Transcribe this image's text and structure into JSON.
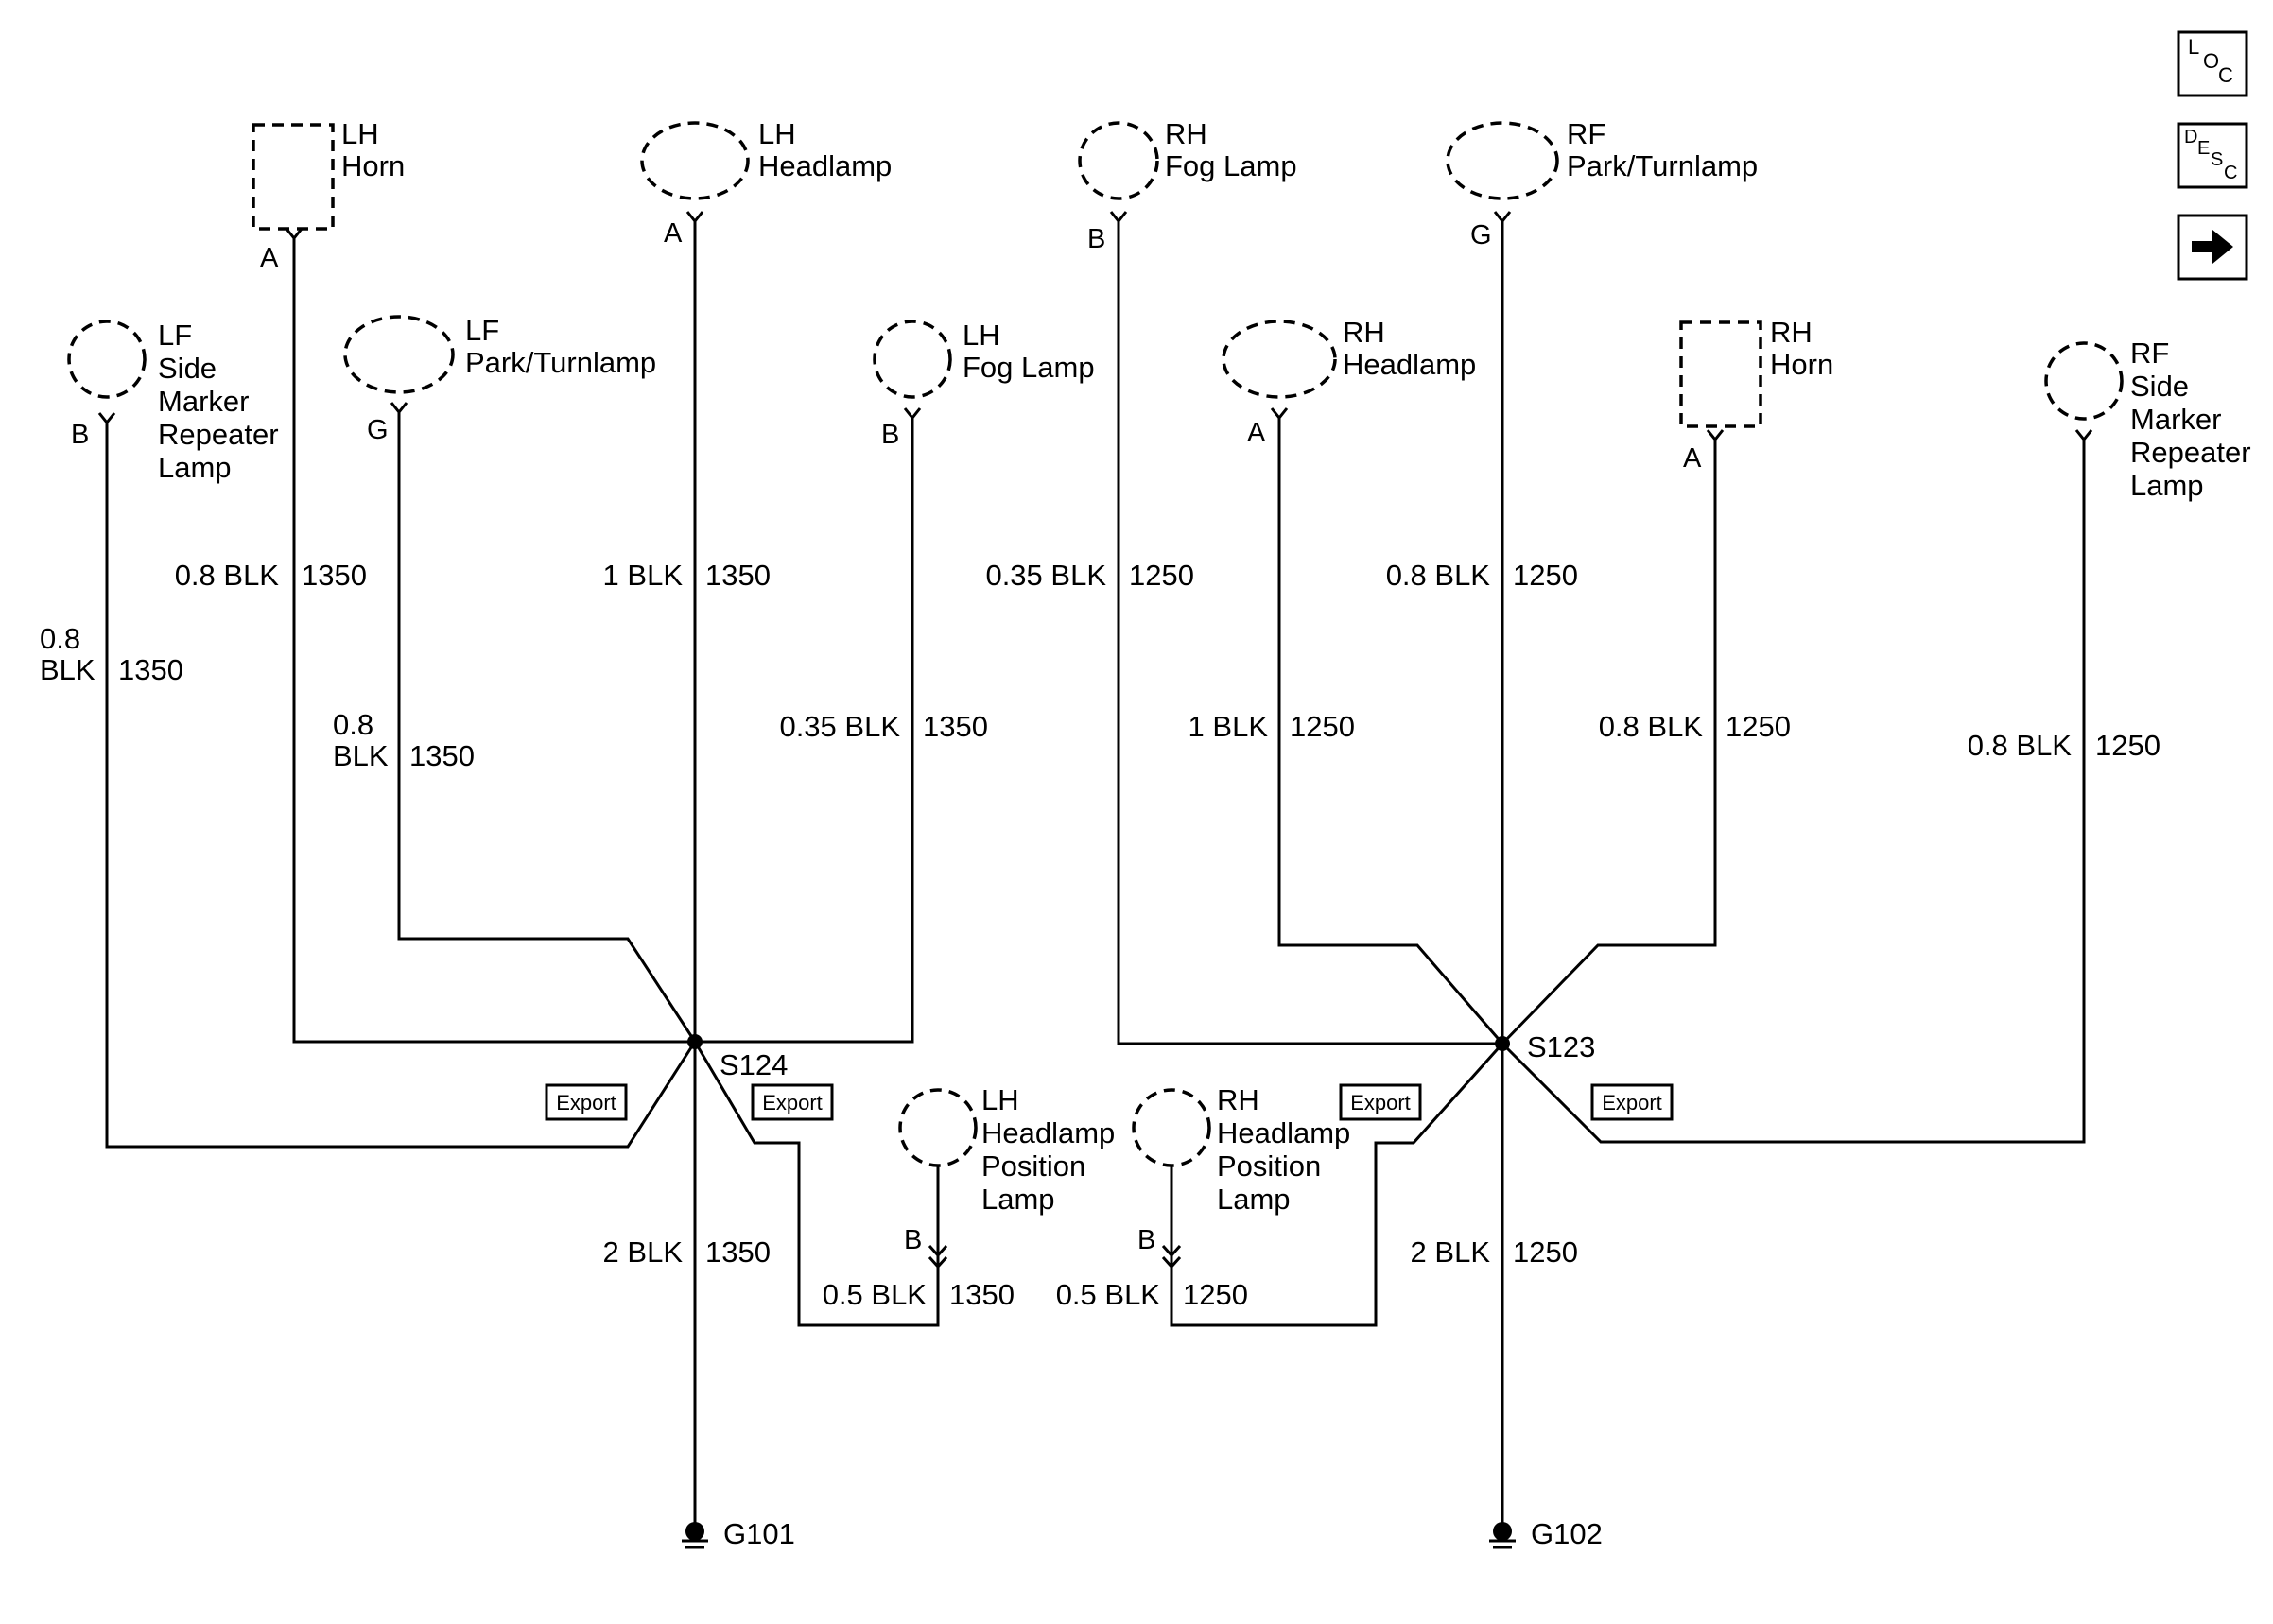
{
  "components": {
    "lh_horn": [
      "LH",
      "Horn"
    ],
    "lh_headlamp": [
      "LH",
      "Headlamp"
    ],
    "rh_fog_lamp": [
      "RH",
      "Fog Lamp"
    ],
    "rf_park_turnlamp": [
      "RF",
      "Park/Turnlamp"
    ],
    "lf_side_marker": [
      "LF",
      "Side",
      "Marker",
      "Repeater",
      "Lamp"
    ],
    "lf_park_turnlamp": [
      "LF",
      "Park/Turnlamp"
    ],
    "lh_fog_lamp": [
      "LH",
      "Fog Lamp"
    ],
    "rh_headlamp": [
      "RH",
      "Headlamp"
    ],
    "rh_horn": [
      "RH",
      "Horn"
    ],
    "rf_side_marker": [
      "RF",
      "Side",
      "Marker",
      "Repeater",
      "Lamp"
    ],
    "lh_headlamp_position": [
      "LH",
      "Headlamp",
      "Position",
      "Lamp"
    ],
    "rh_headlamp_position": [
      "RH",
      "Headlamp",
      "Position",
      "Lamp"
    ]
  },
  "pins": {
    "lh_horn": "A",
    "lh_headlamp": "A",
    "rh_fog_lamp": "B",
    "rf_park_turnlamp": "G",
    "lf_side_marker": "B",
    "lf_park_turnlamp": "G",
    "lh_fog_lamp": "B",
    "rh_headlamp": "A",
    "rh_horn": "A",
    "lh_headlamp_position": "B",
    "rh_headlamp_position": "B"
  },
  "wires": {
    "lh_horn": {
      "size": "0.8 BLK",
      "circuit": "1350"
    },
    "lh_headlamp": {
      "size": "1 BLK",
      "circuit": "1350"
    },
    "rh_fog_lamp": {
      "size": "0.35 BLK",
      "circuit": "1250"
    },
    "rf_park_turnlamp": {
      "size": "0.8 BLK",
      "circuit": "1250"
    },
    "lf_side_marker": {
      "size_line1": "0.8",
      "size_line2": "BLK",
      "circuit": "1350"
    },
    "lf_park_turnlamp": {
      "size_line1": "0.8",
      "size_line2": "BLK",
      "circuit": "1350"
    },
    "lh_fog_lamp": {
      "size": "0.35 BLK",
      "circuit": "1350"
    },
    "rh_headlamp": {
      "size": "1 BLK",
      "circuit": "1250"
    },
    "rh_horn": {
      "size": "0.8 BLK",
      "circuit": "1250"
    },
    "rf_side_marker": {
      "size": "0.8 BLK",
      "circuit": "1250"
    },
    "g101_lead": {
      "size": "2 BLK",
      "circuit": "1350"
    },
    "g102_lead": {
      "size": "2 BLK",
      "circuit": "1250"
    },
    "lh_headlamp_position": {
      "size": "0.5 BLK",
      "circuit": "1350"
    },
    "rh_headlamp_position": {
      "size": "0.5 BLK",
      "circuit": "1250"
    }
  },
  "splices": {
    "left": "S124",
    "right": "S123"
  },
  "grounds": {
    "left": "G101",
    "right": "G102"
  },
  "export_label": "Export",
  "nav": {
    "loc": {
      "l": "L",
      "o": "O",
      "c": "C"
    },
    "desc": {
      "d": "D",
      "e": "E",
      "s": "S",
      "c": "C"
    }
  }
}
